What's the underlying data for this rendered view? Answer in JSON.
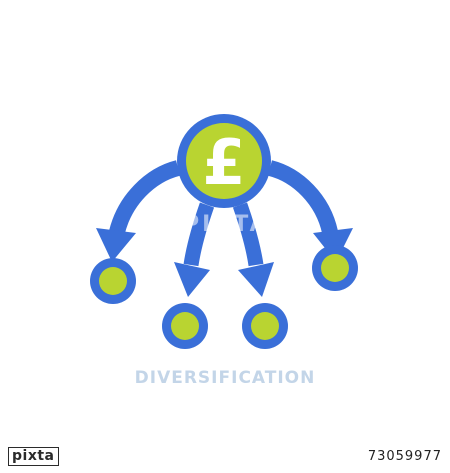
{
  "colors": {
    "accent_blue": "#3a6fd8",
    "coin_green": "#b9d431",
    "symbol_white": "#ffffff",
    "caption_gray_blue": "#c3d5e8"
  },
  "coin": {
    "symbol": "£",
    "icon": "pound-coin-icon"
  },
  "caption": "DIVERSIFICATION",
  "watermark": {
    "text": "PIXTA"
  },
  "footer": {
    "brand": "pixta",
    "image_id": "73059977"
  }
}
